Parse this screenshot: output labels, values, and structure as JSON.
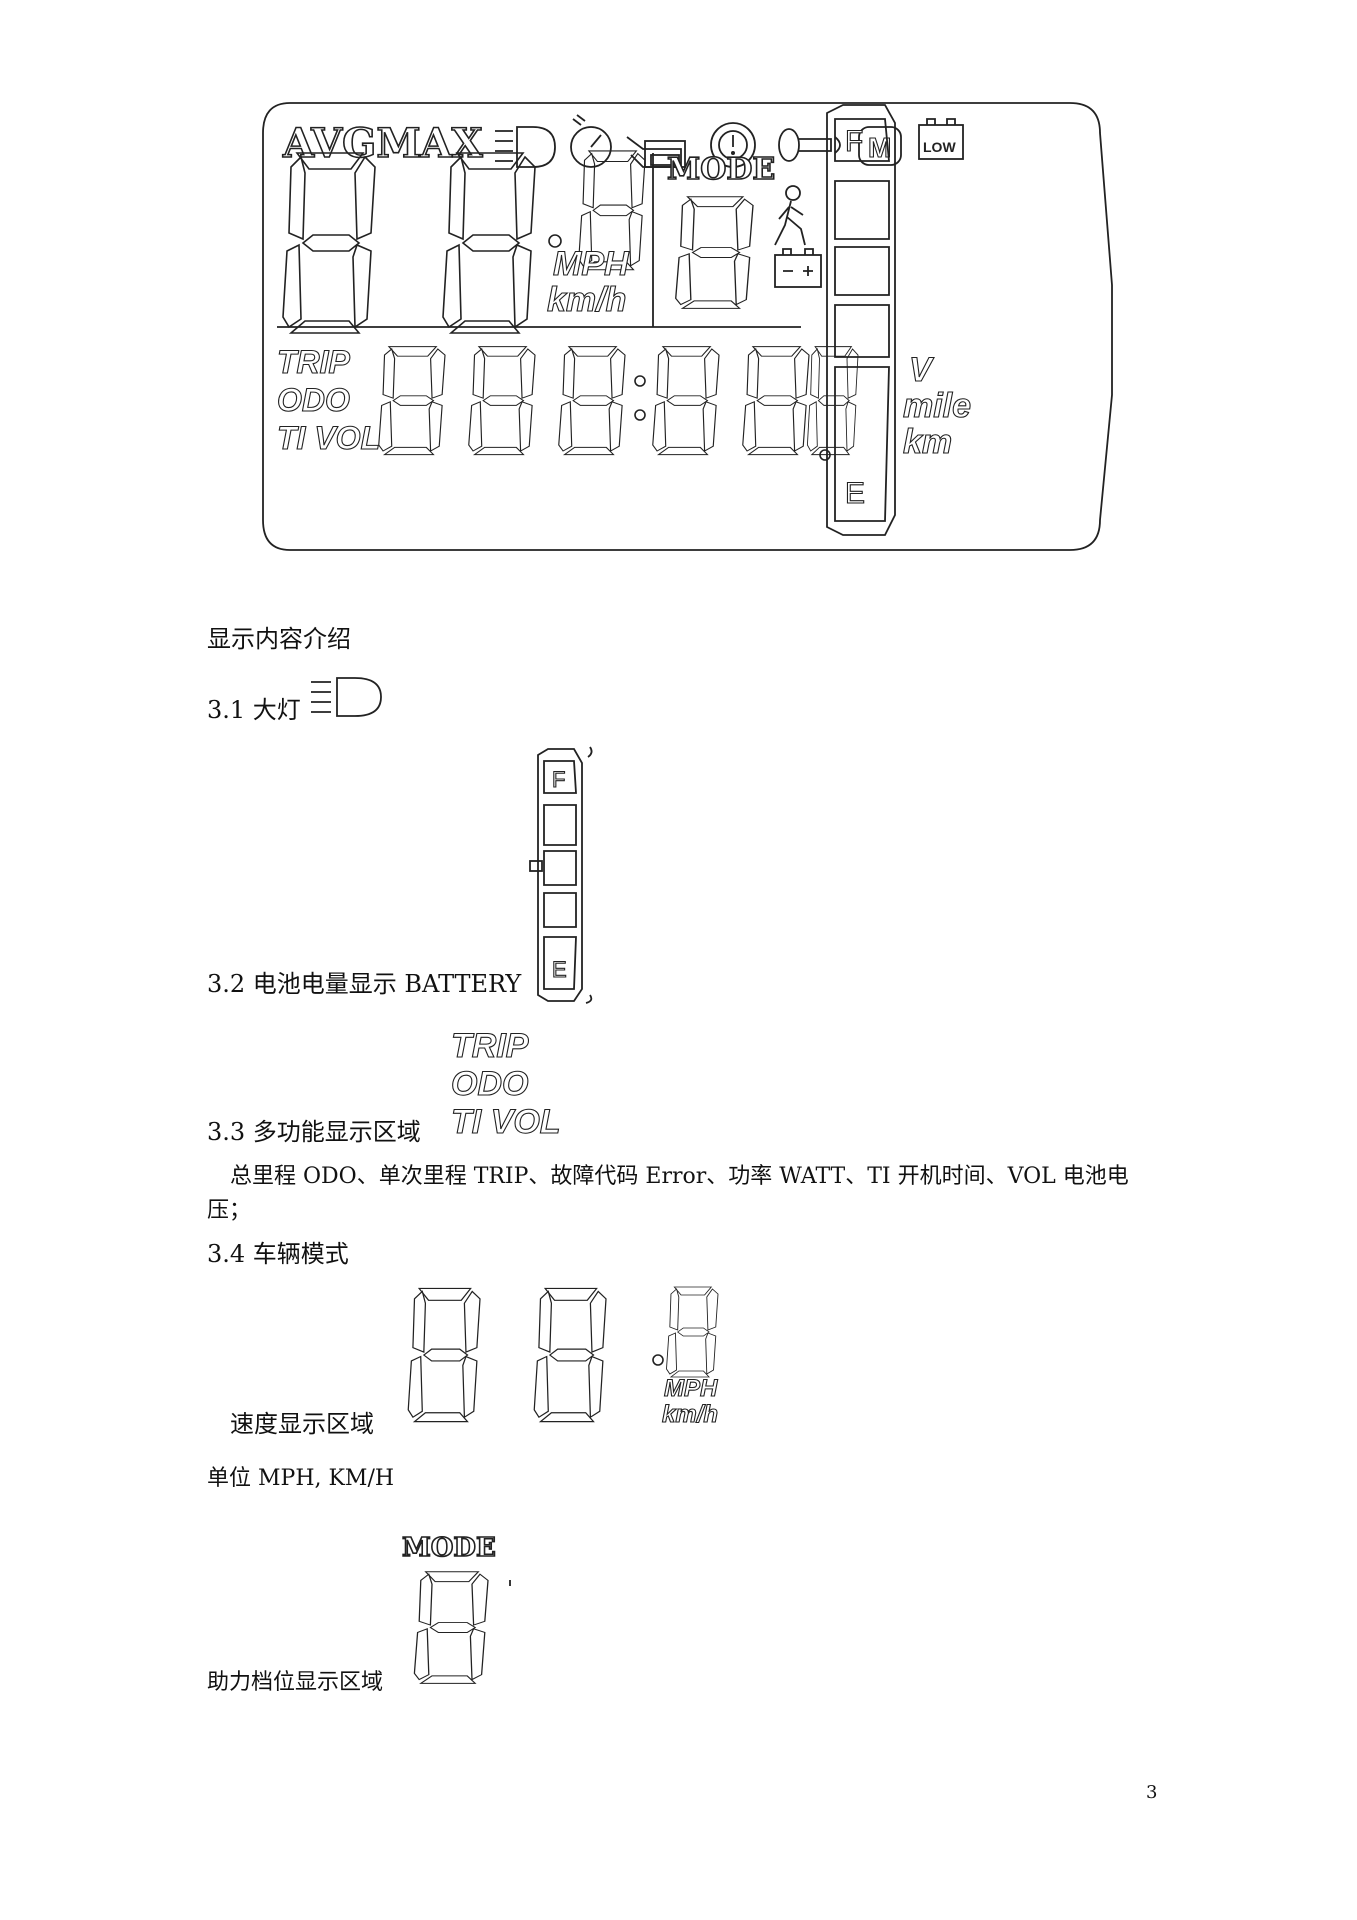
{
  "lcd": {
    "avgmax": "AVGMAX",
    "mode": "MODE",
    "mph": "MPH",
    "kmh": "km/h",
    "trip": "TRIP",
    "odo": "ODO",
    "tivol": "TI VOL",
    "unit_v": "V",
    "unit_mile": "mile",
    "unit_km": "km",
    "battery_full": "F",
    "battery_empty": "E",
    "low": "LOW"
  },
  "doc": {
    "intro_heading": "显示内容介绍",
    "s31": "3.1 大灯",
    "s32": "3.2 电池电量显示  BATTERY",
    "s33": "3.3 多功能显示区域",
    "s33_desc_line1": "总里程 ODO、单次里程 TRIP、故障代码 Error、功率 WATT、TI  开机时间、VOL 电池电",
    "s33_desc_line2": "压；",
    "s34": "3.4 车辆模式",
    "speed_area": "速度显示区域",
    "unit_line": "单位  MPH, KM/H",
    "assist_area": "助力档位显示区域",
    "page_number": "3"
  },
  "icons": [
    "headlight-icon",
    "speedometer-icon",
    "ebs-icon",
    "warning-icon",
    "throttle-icon",
    "motor-icon",
    "low-battery-icon",
    "walk-assist-icon",
    "battery-icon"
  ]
}
